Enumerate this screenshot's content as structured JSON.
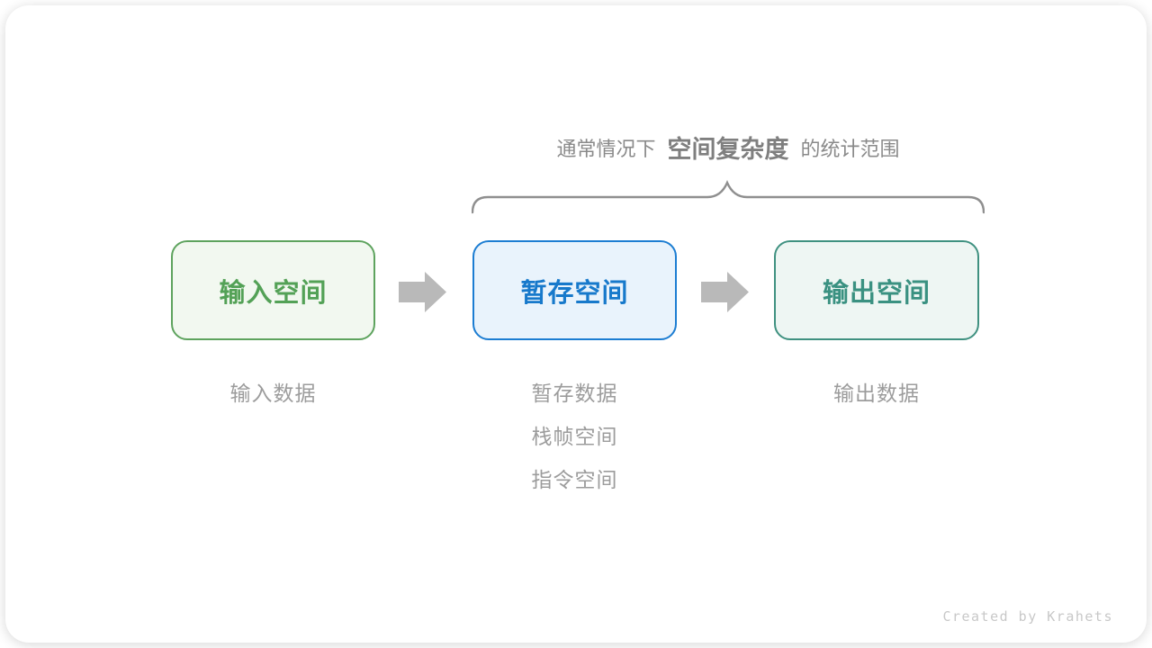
{
  "title": {
    "prefix": "通常情况下",
    "highlight": "空间复杂度",
    "suffix": "的统计范围"
  },
  "boxes": [
    {
      "label": "输入空间"
    },
    {
      "label": "暂存空间"
    },
    {
      "label": "输出空间"
    }
  ],
  "notes": [
    {
      "lines": [
        "输入数据"
      ]
    },
    {
      "lines": [
        "暂存数据",
        "栈帧空间",
        "指令空间"
      ]
    },
    {
      "lines": [
        "输出数据"
      ]
    }
  ],
  "credit": "Created by Krahets",
  "colors": {
    "green_border": "#5ea35e",
    "green_fill": "#f2f8f0",
    "green_text": "#53a156",
    "blue_border": "#1c7dd2",
    "blue_fill": "#e9f3fc",
    "blue_text": "#1779cb",
    "teal_border": "#3f9180",
    "teal_fill": "#eef6f3",
    "teal_text": "#3a9181",
    "arrow": "#b9b9b9",
    "brace": "#8f8f8f",
    "title_text": "#8a8a8a",
    "title_bold_text": "#7f7f7f",
    "note_text": "#9c9c9c",
    "credit_text": "#c8c8c8"
  }
}
